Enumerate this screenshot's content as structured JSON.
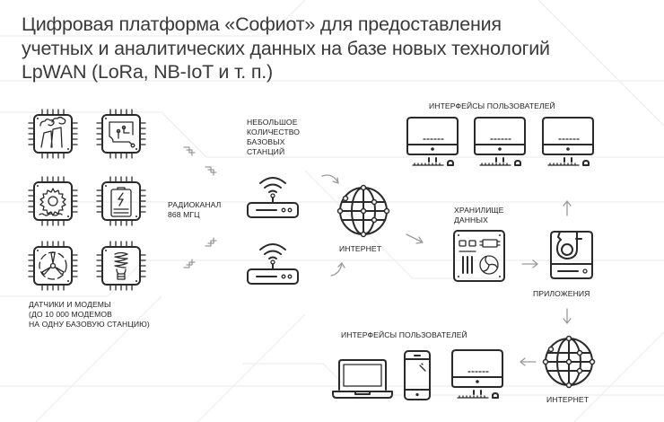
{
  "title": {
    "lines": [
      "Цифровая платформа «Софиот» для предоставления",
      "учетных и аналитических данных на базе новых технологий",
      "LpWAN (LoRa, NB-IoT и т. п.)"
    ]
  },
  "sensors": {
    "icons": [
      "power-plant-chip-icon",
      "circuit-chip-icon",
      "gear-chip-icon",
      "battery-chip-icon",
      "fan-chip-icon",
      "lightbulb-chip-icon"
    ],
    "caption_lines": [
      "ДАТЧИКИ И МОДЕМЫ",
      "(ДО 10 000 МОДЕМОВ",
      "НА ОДНУ БАЗОВУЮ СТАНЦИЮ)"
    ]
  },
  "radio": {
    "label_lines": [
      "РАДИОКАНАЛ",
      "868 МГЦ"
    ]
  },
  "base_stations": {
    "label_lines": [
      "НЕБОЛЬШОЕ",
      "КОЛИЧЕСТВО",
      "БАЗОВЫХ",
      "СТАНЦИЙ"
    ],
    "count": 2
  },
  "internet_left": {
    "label": "ИНТЕРНЕТ"
  },
  "internet_right": {
    "label": "ИНТЕРНЕТ"
  },
  "user_interfaces_top": {
    "label": "ИНТЕРФЕЙСЫ ПОЛЬЗОВАТЕЛЕЙ",
    "devices": [
      "desktop",
      "desktop",
      "desktop"
    ]
  },
  "storage": {
    "label_lines": [
      "ХРАНИЛИЩЕ",
      "ДАННЫХ"
    ]
  },
  "applications": {
    "label": "ПРИЛОЖЕНИЯ"
  },
  "user_interfaces_bottom": {
    "label": "ИНТЕРФЕЙСЫ ПОЛЬЗОВАТЕЛЕЙ",
    "devices": [
      "laptop",
      "smartphone",
      "desktop"
    ]
  },
  "colors": {
    "text": "#2a2a2a",
    "title": "#3a3a3a",
    "arrow": "#9a9a9a",
    "background": "#ffffff",
    "pattern": "#f1f1f1"
  }
}
